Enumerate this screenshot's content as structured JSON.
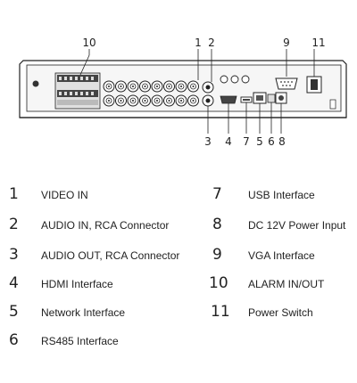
{
  "callouts": {
    "c1": "1",
    "c2": "2",
    "c3": "3",
    "c4": "4",
    "c5": "5",
    "c6": "6",
    "c7": "7",
    "c8": "8",
    "c9": "9",
    "c10": "10",
    "c11": "11"
  },
  "legend": [
    {
      "num": "1",
      "label": "VIDEO IN"
    },
    {
      "num": "2",
      "label": "AUDIO IN, RCA Connector"
    },
    {
      "num": "3",
      "label": "AUDIO OUT, RCA Connector"
    },
    {
      "num": "4",
      "label": "HDMI Interface"
    },
    {
      "num": "5",
      "label": "Network Interface"
    },
    {
      "num": "6",
      "label": "RS485 Interface"
    },
    {
      "num": "7",
      "label": "USB Interface"
    },
    {
      "num": "8",
      "label": "DC 12V Power Input"
    },
    {
      "num": "9",
      "label": "VGA Interface"
    },
    {
      "num": "10",
      "label": "ALARM IN/OUT"
    },
    {
      "num": "11",
      "label": "Power Switch"
    }
  ]
}
